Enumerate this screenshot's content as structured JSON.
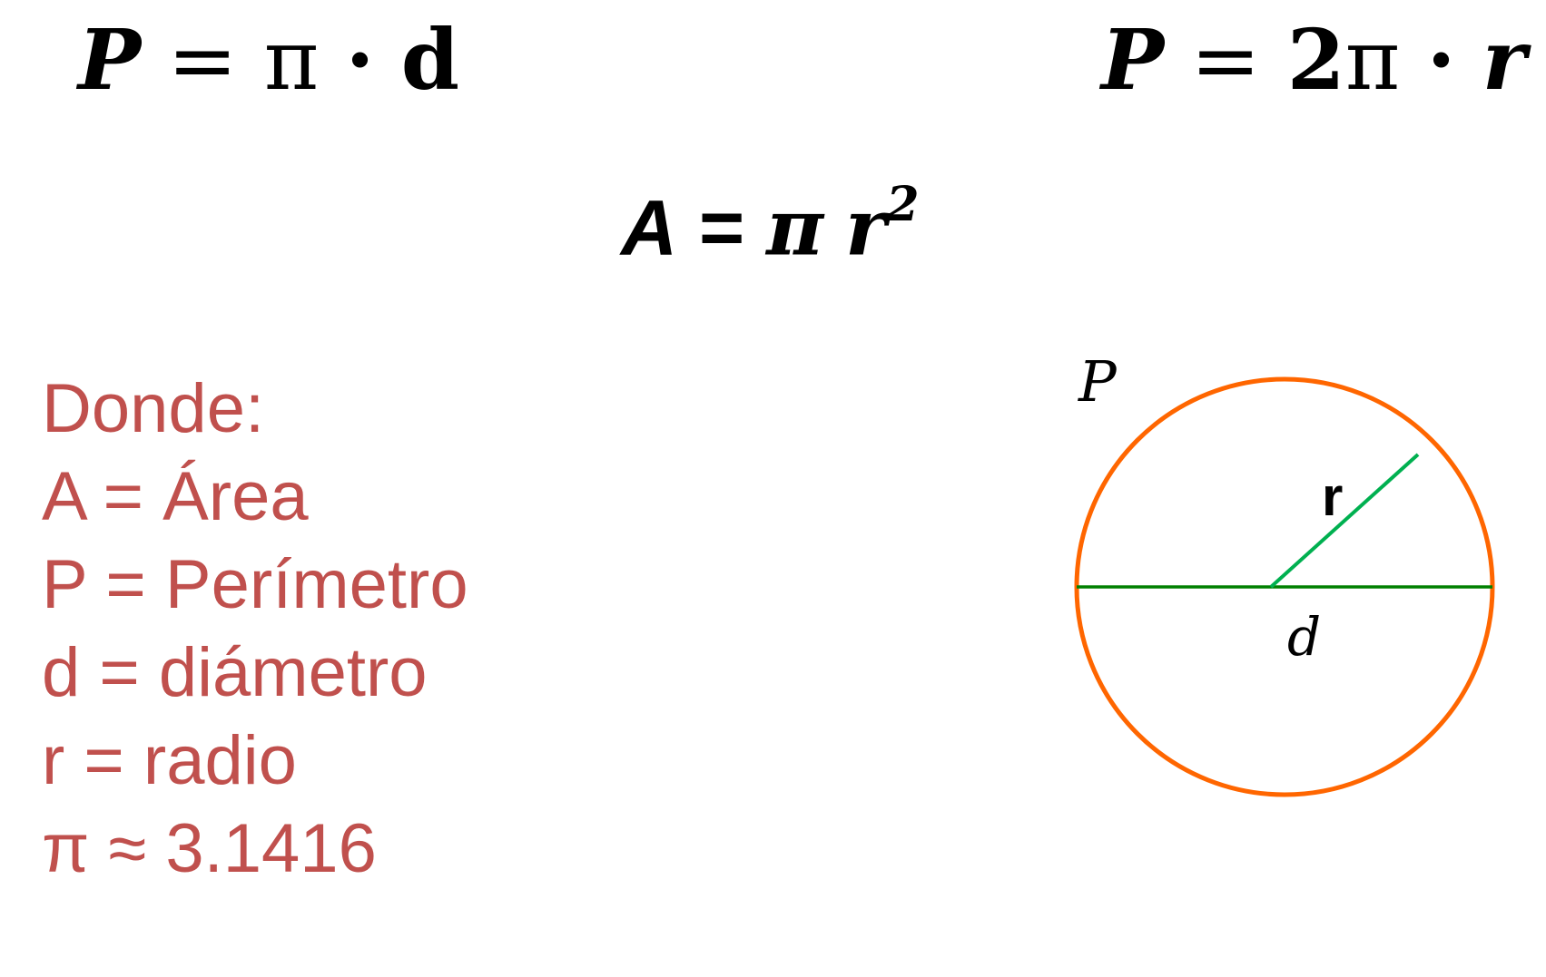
{
  "formulas": {
    "perimeter_diameter": {
      "lhs": "P",
      "eq": "=",
      "pi": "π",
      "dot": "·",
      "var": "d"
    },
    "perimeter_radius": {
      "lhs": "P",
      "eq": "=",
      "coef": "2",
      "pi": "π",
      "dot": "·",
      "var": "r"
    },
    "area": {
      "lhs": "A",
      "eq": "=",
      "pi": "π",
      "var": "r",
      "exp": "2"
    }
  },
  "legend": {
    "heading": "Donde:",
    "items": [
      "A = Área",
      "P = Perímetro",
      "d = diámetro",
      "r = radio",
      "π ≈ 3.1416"
    ],
    "color": "#c0504d"
  },
  "diagram": {
    "perimeter_label": "P",
    "radius_label": "r",
    "diameter_label": "d",
    "circle_color": "#ff6600",
    "radius_color": "#00b050",
    "diameter_color": "#008000"
  }
}
